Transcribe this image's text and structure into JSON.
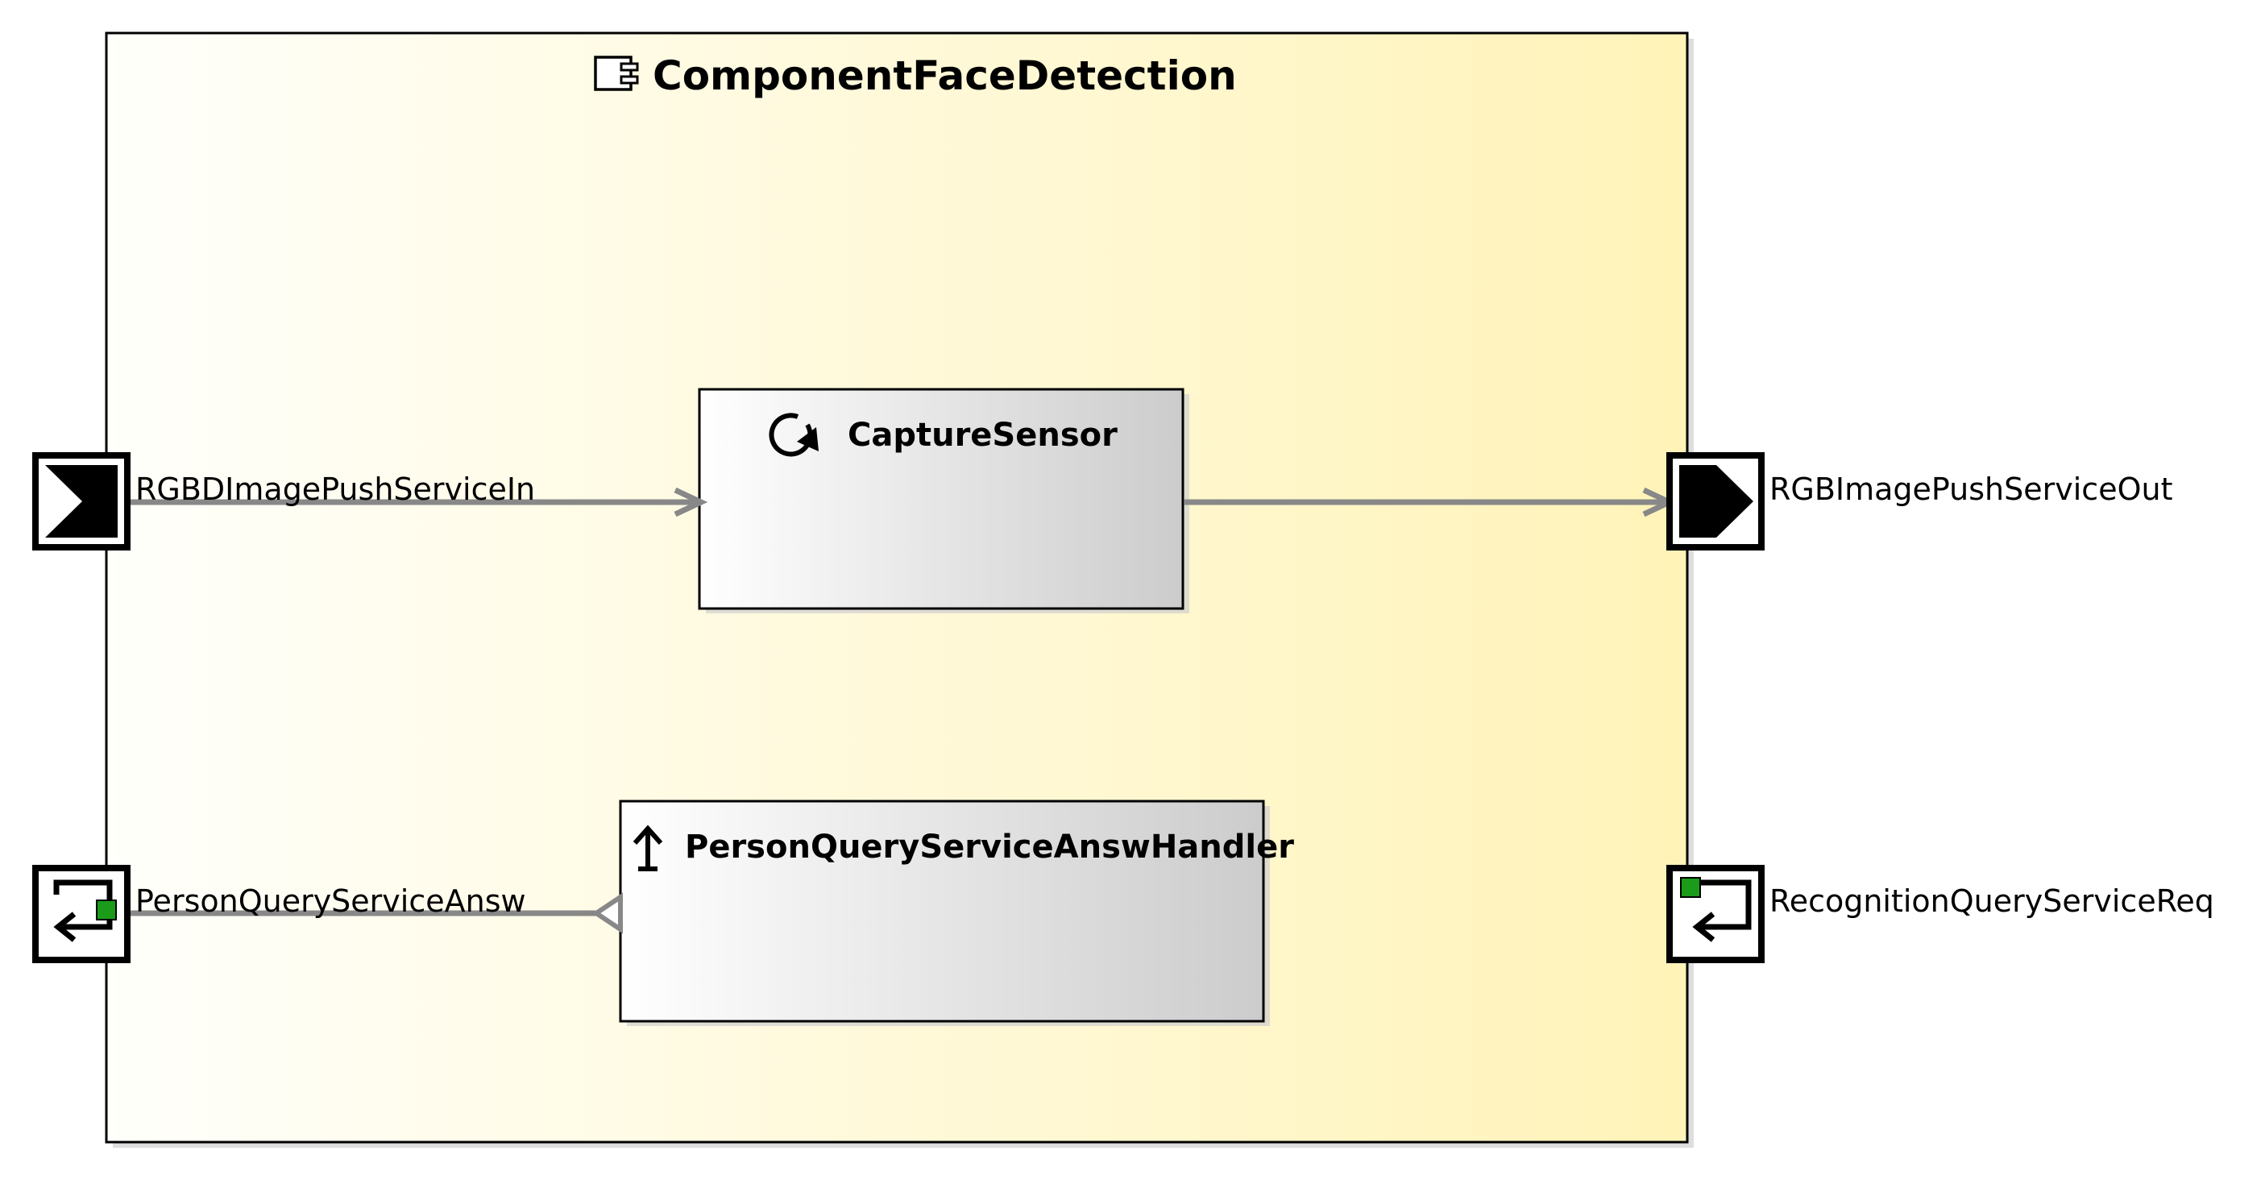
{
  "component": {
    "name": "ComponentFaceDetection",
    "icon": "component-icon"
  },
  "tasks": [
    {
      "id": "capture",
      "name": "CaptureSensor",
      "icon": "refresh-cycle-icon"
    },
    {
      "id": "handler",
      "name": "PersonQueryServiceAnswHandler",
      "icon": "up-arrow-icon"
    }
  ],
  "ports": {
    "rgbd_in": {
      "label": "RGBDImagePushServiceIn",
      "icon": "push-input-port-icon"
    },
    "rgb_out": {
      "label": "RGBImagePushServiceOut",
      "icon": "push-output-port-icon"
    },
    "person_answ": {
      "label": "PersonQueryServiceAnsw",
      "icon": "query-answer-port-icon"
    },
    "recognition_req": {
      "label": "RecognitionQueryServiceReq",
      "icon": "query-request-port-icon"
    }
  },
  "colors": {
    "component_fill_start": "#fffffb",
    "component_fill_end": "#fff3b8",
    "task_fill_start": "#ffffff",
    "task_fill_end": "#cccccc",
    "connector": "#888888",
    "port_accent": "#1a9b1a",
    "border": "#000000"
  }
}
